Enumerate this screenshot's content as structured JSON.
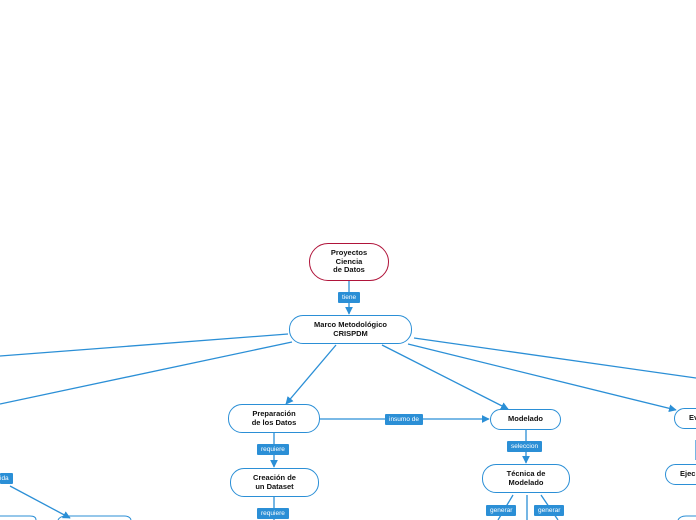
{
  "colors": {
    "edge": "#2b8fd6",
    "root_border": "#b0143a",
    "tag_bg": "#2b8fd6"
  },
  "nodes": {
    "root": "Proyectos\nCiencia\nde Datos",
    "marco": "Marco Metodológico\nCRISPDM",
    "preparacion": "Preparación\nde los Datos",
    "modelado": "Modelado",
    "creacion": "Creación de\nun Dataset",
    "tecnica": "Técnica de\nModelado",
    "evaluacion_partial": "Ev",
    "ejecucion_partial": "Ejec"
  },
  "tags": {
    "tiene": "tiene",
    "insumo": "insumo de",
    "requiere_1": "requiere",
    "requiere_2": "requiere",
    "seleccion": "seleccion",
    "generar_1": "generar",
    "generar_2": "generar",
    "ida_partial": "ida"
  }
}
